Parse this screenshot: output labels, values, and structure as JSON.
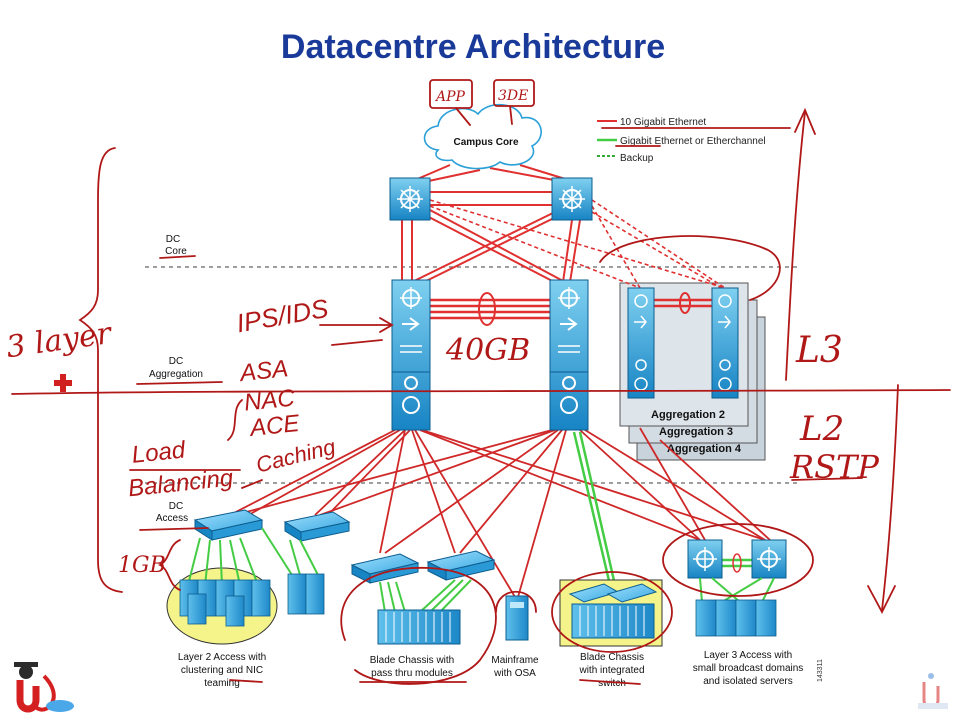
{
  "title": "Datacentre Architecture",
  "cloud_label": "Campus Core",
  "legend": {
    "items": [
      {
        "label": "10 Gigabit Ethernet",
        "style": "solid",
        "color": "#e03030"
      },
      {
        "label": "Gigabit Ethernet or Etherchannel",
        "style": "solid",
        "color": "#44cc44"
      },
      {
        "label": "Backup",
        "style": "dashed",
        "color": "#33aa33"
      }
    ]
  },
  "layers": {
    "core": [
      "DC",
      "Core"
    ],
    "aggregation": [
      "DC",
      "Aggregation"
    ],
    "access": [
      "DC",
      "Access"
    ]
  },
  "aggregation_modules": [
    "Aggregation 2",
    "Aggregation 3",
    "Aggregation 4"
  ],
  "access_captions": [
    [
      "Layer 2 Access with",
      "clustering and NIC",
      "teaming"
    ],
    [
      "Blade Chassis with",
      "pass thru modules"
    ],
    [
      "Mainframe",
      "with OSA"
    ],
    [
      "Blade Chassis",
      "with integrated",
      "switch"
    ],
    [
      "Layer 3 Access with",
      "small broadcast domains",
      "and isolated servers"
    ]
  ],
  "figure_id": "143311",
  "annotations": {
    "three_layer": "3 layer",
    "services": [
      "IPS/IDS",
      "ASA",
      "NAC",
      "ACE",
      "Caching"
    ],
    "load_balancing": [
      "Load",
      "Balancing"
    ],
    "gb40": "40GB",
    "gb1": "1GB",
    "l3": "L3",
    "l2": "L2",
    "rstp": "RSTP",
    "cloud_doodle": [
      "APP",
      "3DE"
    ]
  },
  "colors": {
    "title": "#1a3a9a",
    "ten_gig": "#e03030",
    "gig": "#44cc44",
    "switch_blue": "#2aa0d8",
    "pen_red": "#b01818"
  },
  "icons": [
    "logo-icon",
    "watermark-icon",
    "medical-cross-icon"
  ]
}
